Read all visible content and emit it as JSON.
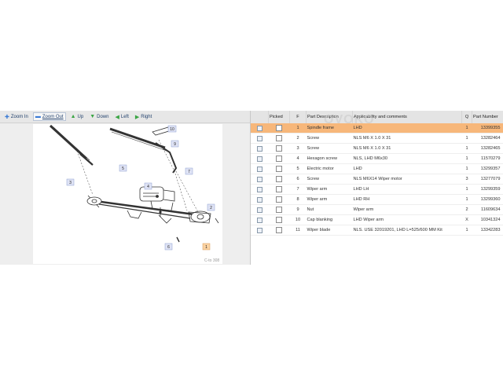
{
  "toolbar": {
    "zoom_in": "Zoom In",
    "zoom_out": "Zoom Out",
    "up": "Up",
    "down": "Down",
    "left": "Left",
    "right": "Right"
  },
  "diagram": {
    "callouts": [
      "10",
      "9",
      "5",
      "7",
      "3",
      "4",
      "2",
      "6",
      "1"
    ],
    "footnote": "C-to 308"
  },
  "watermark": "OVOKO",
  "table": {
    "headers": [
      "Picked",
      "F",
      "Part Description",
      "Applicability and comments",
      "Q",
      "Part Number"
    ],
    "rows": [
      {
        "f": "1",
        "desc": "Spindle frame",
        "comment": "LHD",
        "q": "1",
        "part": "13399355"
      },
      {
        "f": "2",
        "desc": "Screw",
        "comment": "NLS M6 X 1.0 X 31",
        "q": "1",
        "part": "13282464"
      },
      {
        "f": "3",
        "desc": "Screw",
        "comment": "NLS M6 X 1.0 X 31",
        "q": "1",
        "part": "13282465"
      },
      {
        "f": "4",
        "desc": "Hexagon screw",
        "comment": "NLS, LHD M6x30",
        "q": "1",
        "part": "11570279"
      },
      {
        "f": "5",
        "desc": "Electric motor",
        "comment": "LHD",
        "q": "1",
        "part": "13299357"
      },
      {
        "f": "6",
        "desc": "Screw",
        "comment": "NLS M6X14 Wiper motor",
        "q": "3",
        "part": "13277079"
      },
      {
        "f": "7",
        "desc": "Wiper arm",
        "comment": "LHD LH",
        "q": "1",
        "part": "13299359"
      },
      {
        "f": "8",
        "desc": "Wiper arm",
        "comment": "LHD RH",
        "q": "1",
        "part": "13299360"
      },
      {
        "f": "9",
        "desc": "Nut",
        "comment": "Wiper arm",
        "q": "2",
        "part": "11609634"
      },
      {
        "f": "10",
        "desc": "Cap blanking",
        "comment": "LHD Wiper arm",
        "q": "X",
        "part": "10341324"
      },
      {
        "f": "11",
        "desc": "Wiper blade",
        "comment": "NLS. USE 32019201, LHD L=525/600 MM Kit",
        "q": "1",
        "part": "13342283"
      }
    ]
  },
  "colors": {
    "selected_row": "#f7b77a",
    "callout_fill": "#dfe3f5",
    "callout_highlight": "#fbd3a3"
  }
}
